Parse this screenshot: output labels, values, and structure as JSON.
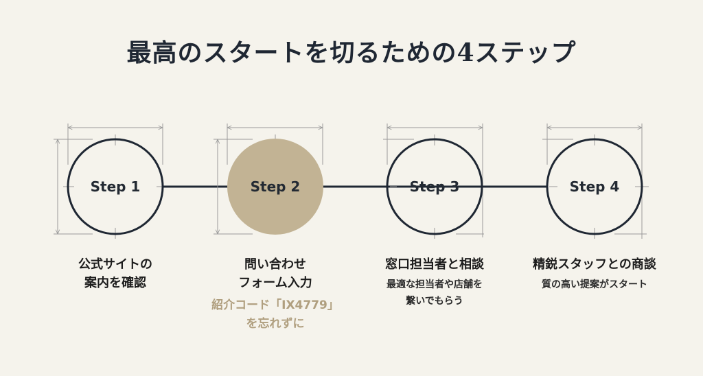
{
  "title": "最高のスタートを切るための4ステップ",
  "colors": {
    "background": "#f5f3ec",
    "ink": "#1f2733",
    "accent_fill": "#c2b394",
    "accent_text": "#b09f7f",
    "guide": "#9a9a9a"
  },
  "steps": [
    {
      "label": "Step 1",
      "highlighted": false,
      "title_line1": "公式サイトの",
      "title_line2": "案内を確認",
      "sub_line1": "",
      "sub_line2": "",
      "accent_line1": "",
      "accent_line2": ""
    },
    {
      "label": "Step 2",
      "highlighted": true,
      "title_line1": "問い合わせ",
      "title_line2": "フォーム入力",
      "sub_line1": "",
      "sub_line2": "",
      "accent_line1": "紹介コード「IX4779」",
      "accent_line2": "を忘れずに"
    },
    {
      "label": "Step 3",
      "highlighted": false,
      "title_line1": "窓口担当者と相談",
      "title_line2": "",
      "sub_line1": "最適な担当者や店舗を",
      "sub_line2": "繋いでもらう",
      "accent_line1": "",
      "accent_line2": ""
    },
    {
      "label": "Step 4",
      "highlighted": false,
      "title_line1": "精鋭スタッフとの商談",
      "title_line2": "",
      "sub_line1": "質の高い提案がスタート",
      "sub_line2": "",
      "accent_line1": "",
      "accent_line2": ""
    }
  ]
}
